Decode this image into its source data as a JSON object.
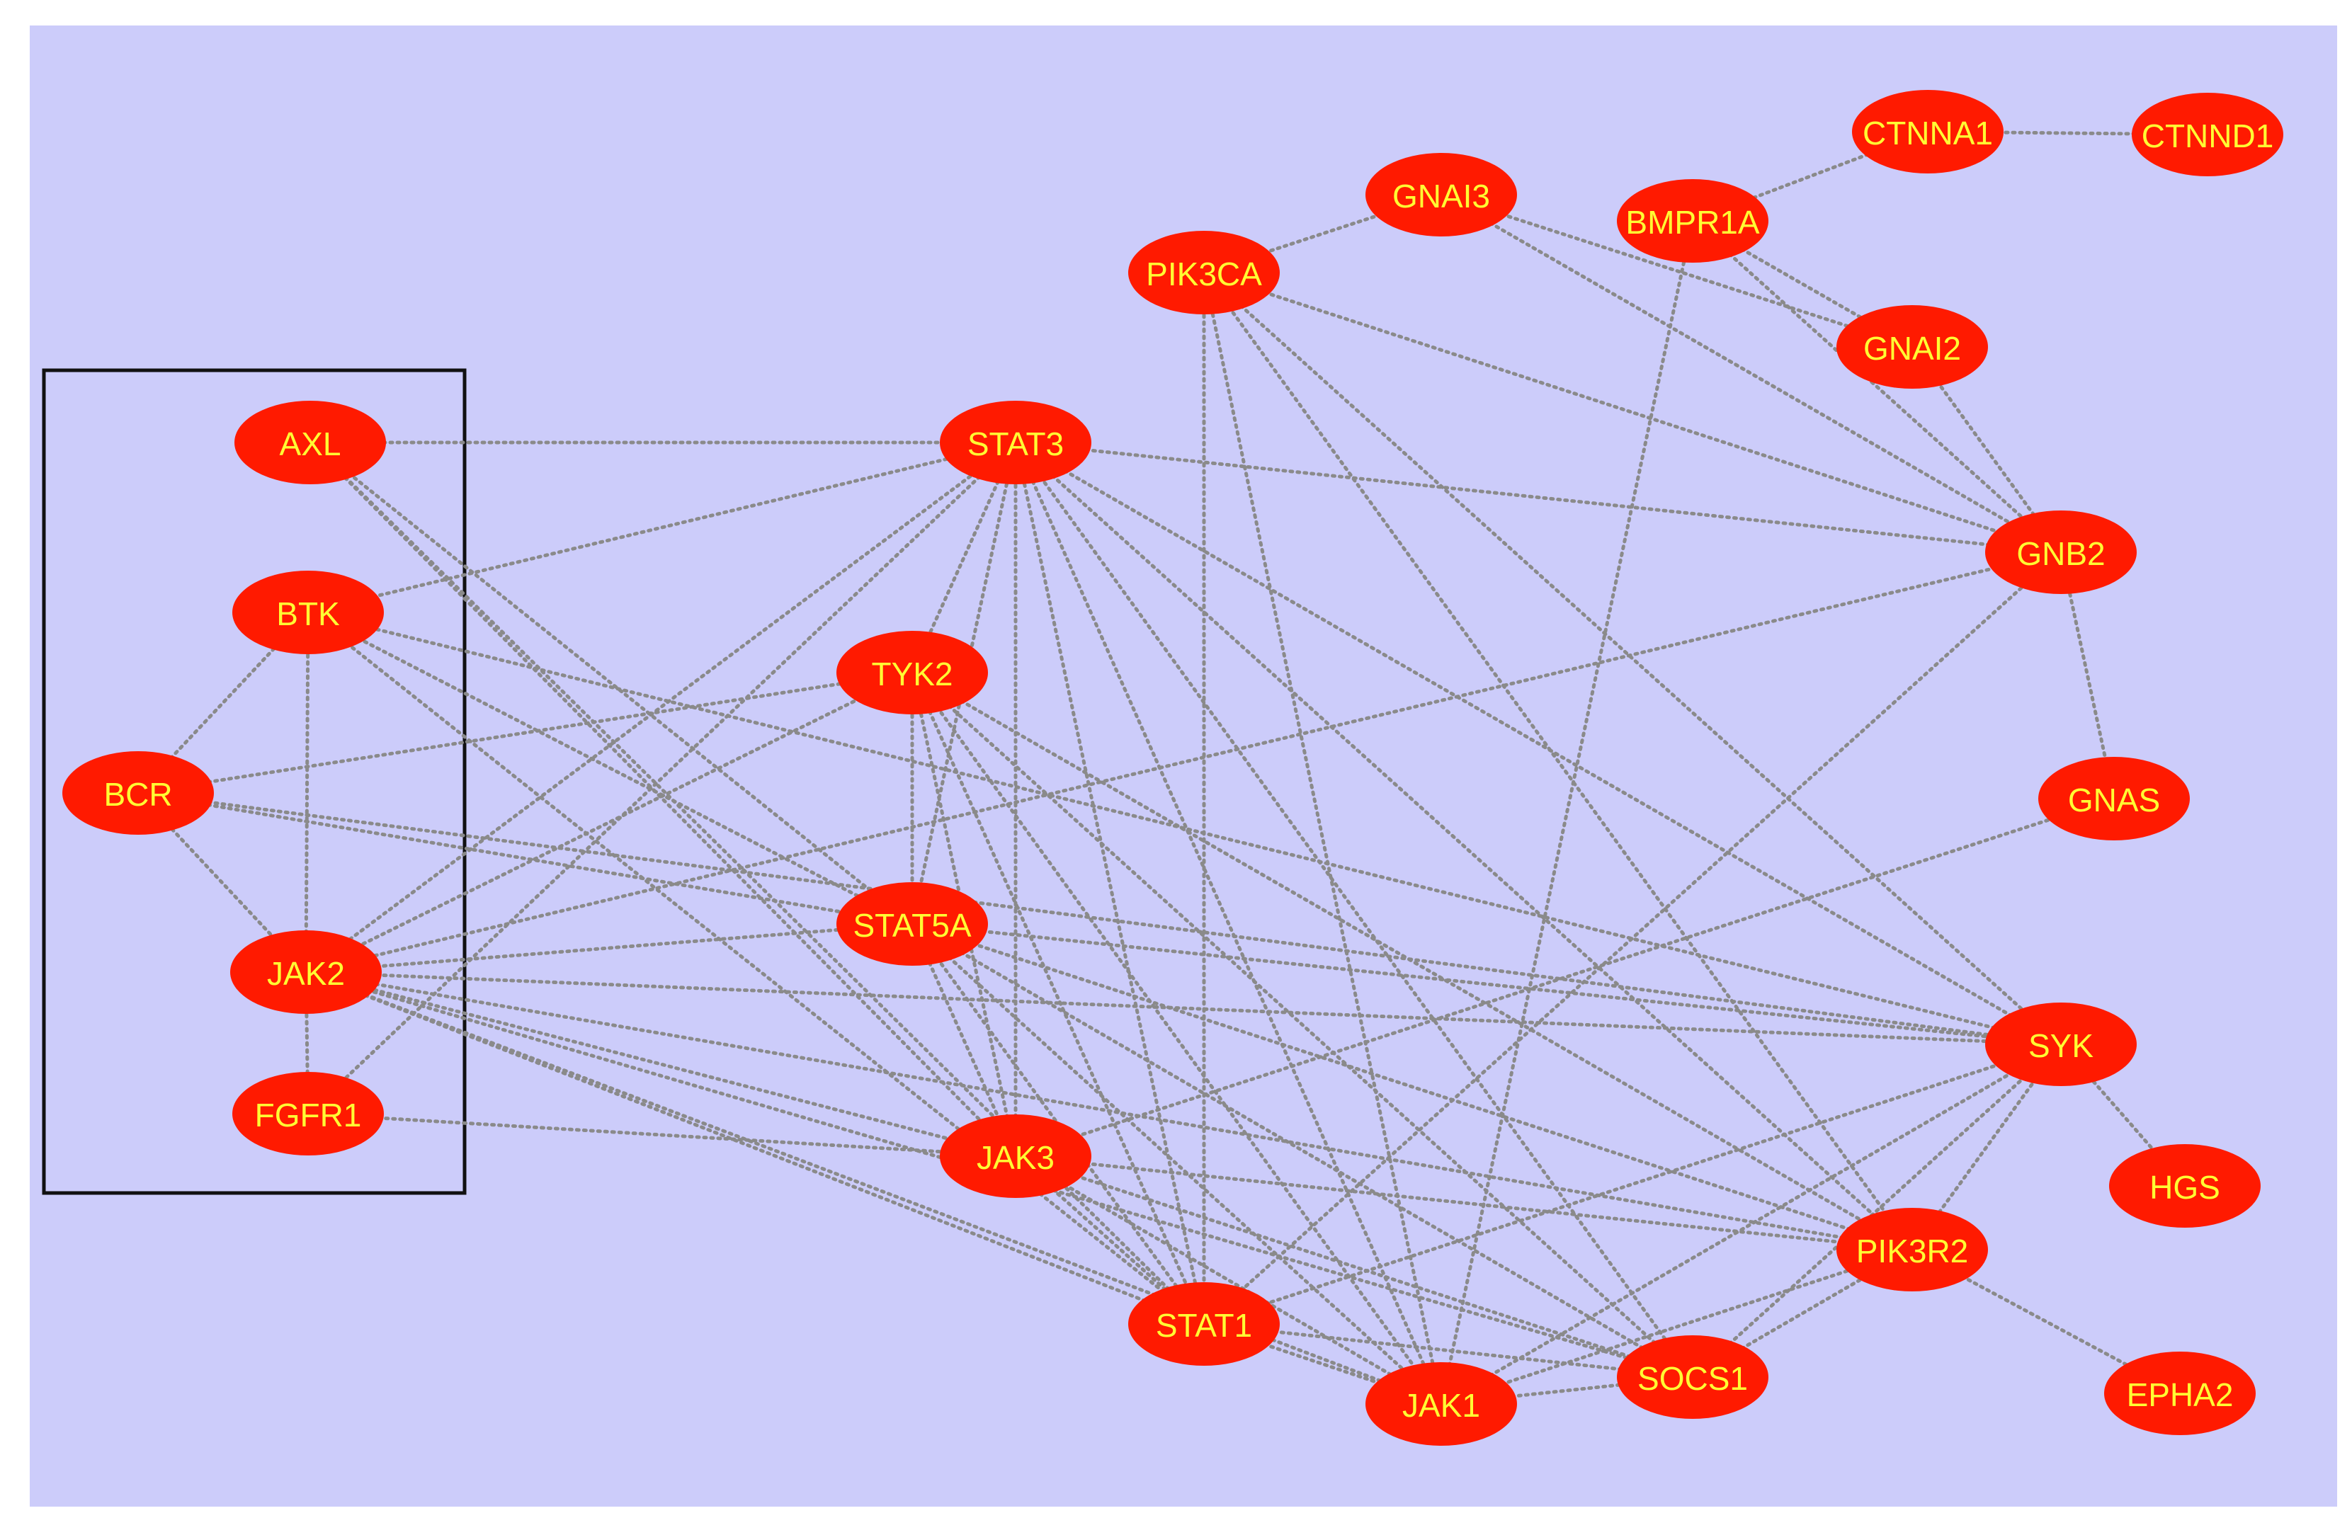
{
  "diagram": {
    "type": "network",
    "colors": {
      "background": "#ccccfa",
      "node_fill": "#ff1a00",
      "node_label": "#ffff33",
      "edge": "#8a8a8a",
      "group_border": "#111111"
    },
    "nodes": [
      {
        "id": "CTNNA1",
        "label": "CTNNA1"
      },
      {
        "id": "CTNND1",
        "label": "CTNND1"
      },
      {
        "id": "GNAI3",
        "label": "GNAI3"
      },
      {
        "id": "BMPR1A",
        "label": "BMPR1A"
      },
      {
        "id": "PIK3CA",
        "label": "PIK3CA"
      },
      {
        "id": "GNAI2",
        "label": "GNAI2"
      },
      {
        "id": "AXL",
        "label": "AXL"
      },
      {
        "id": "STAT3",
        "label": "STAT3"
      },
      {
        "id": "GNB2",
        "label": "GNB2"
      },
      {
        "id": "BTK",
        "label": "BTK"
      },
      {
        "id": "TYK2",
        "label": "TYK2"
      },
      {
        "id": "BCR",
        "label": "BCR"
      },
      {
        "id": "GNAS",
        "label": "GNAS"
      },
      {
        "id": "STAT5A",
        "label": "STAT5A"
      },
      {
        "id": "JAK2",
        "label": "JAK2"
      },
      {
        "id": "SYK",
        "label": "SYK"
      },
      {
        "id": "FGFR1",
        "label": "FGFR1"
      },
      {
        "id": "JAK3",
        "label": "JAK3"
      },
      {
        "id": "HGS",
        "label": "HGS"
      },
      {
        "id": "PIK3R2",
        "label": "PIK3R2"
      },
      {
        "id": "STAT1",
        "label": "STAT1"
      },
      {
        "id": "SOCS1",
        "label": "SOCS1"
      },
      {
        "id": "JAK1",
        "label": "JAK1"
      },
      {
        "id": "EPHA2",
        "label": "EPHA2"
      }
    ],
    "edges": [
      [
        "CTNNA1",
        "CTNND1"
      ],
      [
        "CTNNA1",
        "BMPR1A"
      ],
      [
        "GNAI3",
        "PIK3CA"
      ],
      [
        "GNAI3",
        "GNAI2"
      ],
      [
        "GNAI3",
        "GNB2"
      ],
      [
        "BMPR1A",
        "GNAI2"
      ],
      [
        "BMPR1A",
        "GNB2"
      ],
      [
        "BMPR1A",
        "JAK1"
      ],
      [
        "GNAI2",
        "GNB2"
      ],
      [
        "GNB2",
        "GNAS"
      ],
      [
        "PIK3CA",
        "GNB2"
      ],
      [
        "PIK3CA",
        "STAT1"
      ],
      [
        "PIK3CA",
        "SYK"
      ],
      [
        "PIK3CA",
        "PIK3R2"
      ],
      [
        "PIK3CA",
        "JAK1"
      ],
      [
        "STAT3",
        "AXL"
      ],
      [
        "STAT3",
        "BTK"
      ],
      [
        "STAT3",
        "JAK2"
      ],
      [
        "STAT3",
        "FGFR1"
      ],
      [
        "STAT3",
        "TYK2"
      ],
      [
        "STAT3",
        "STAT5A"
      ],
      [
        "STAT3",
        "JAK3"
      ],
      [
        "STAT3",
        "STAT1"
      ],
      [
        "STAT3",
        "JAK1"
      ],
      [
        "STAT3",
        "SOCS1"
      ],
      [
        "STAT3",
        "SYK"
      ],
      [
        "STAT3",
        "PIK3R2"
      ],
      [
        "STAT3",
        "GNB2"
      ],
      [
        "AXL",
        "STAT5A"
      ],
      [
        "AXL",
        "JAK3"
      ],
      [
        "AXL",
        "STAT1"
      ],
      [
        "BTK",
        "BCR"
      ],
      [
        "BTK",
        "JAK2"
      ],
      [
        "BTK",
        "STAT5A"
      ],
      [
        "BTK",
        "SYK"
      ],
      [
        "BTK",
        "STAT1"
      ],
      [
        "BCR",
        "JAK2"
      ],
      [
        "BCR",
        "STAT5A"
      ],
      [
        "BCR",
        "TYK2"
      ],
      [
        "BCR",
        "SYK"
      ],
      [
        "JAK2",
        "FGFR1"
      ],
      [
        "JAK2",
        "STAT5A"
      ],
      [
        "JAK2",
        "JAK3"
      ],
      [
        "JAK2",
        "STAT1"
      ],
      [
        "JAK2",
        "JAK1"
      ],
      [
        "JAK2",
        "SOCS1"
      ],
      [
        "JAK2",
        "PIK3R2"
      ],
      [
        "JAK2",
        "SYK"
      ],
      [
        "JAK2",
        "TYK2"
      ],
      [
        "JAK2",
        "GNB2"
      ],
      [
        "FGFR1",
        "JAK3"
      ],
      [
        "TYK2",
        "STAT5A"
      ],
      [
        "TYK2",
        "JAK3"
      ],
      [
        "TYK2",
        "STAT1"
      ],
      [
        "TYK2",
        "JAK1"
      ],
      [
        "TYK2",
        "SOCS1"
      ],
      [
        "TYK2",
        "PIK3R2"
      ],
      [
        "STAT5A",
        "JAK3"
      ],
      [
        "STAT5A",
        "STAT1"
      ],
      [
        "STAT5A",
        "JAK1"
      ],
      [
        "STAT5A",
        "SOCS1"
      ],
      [
        "STAT5A",
        "SYK"
      ],
      [
        "STAT5A",
        "PIK3R2"
      ],
      [
        "JAK3",
        "STAT1"
      ],
      [
        "JAK3",
        "JAK1"
      ],
      [
        "JAK3",
        "SOCS1"
      ],
      [
        "JAK3",
        "PIK3R2"
      ],
      [
        "JAK3",
        "GNAS"
      ],
      [
        "STAT1",
        "JAK1"
      ],
      [
        "STAT1",
        "SOCS1"
      ],
      [
        "STAT1",
        "SYK"
      ],
      [
        "STAT1",
        "GNB2"
      ],
      [
        "JAK1",
        "SOCS1"
      ],
      [
        "JAK1",
        "PIK3R2"
      ],
      [
        "JAK1",
        "SYK"
      ],
      [
        "SOCS1",
        "PIK3R2"
      ],
      [
        "SOCS1",
        "SYK"
      ],
      [
        "SYK",
        "HGS"
      ],
      [
        "SYK",
        "PIK3R2"
      ],
      [
        "PIK3R2",
        "EPHA2"
      ]
    ]
  }
}
